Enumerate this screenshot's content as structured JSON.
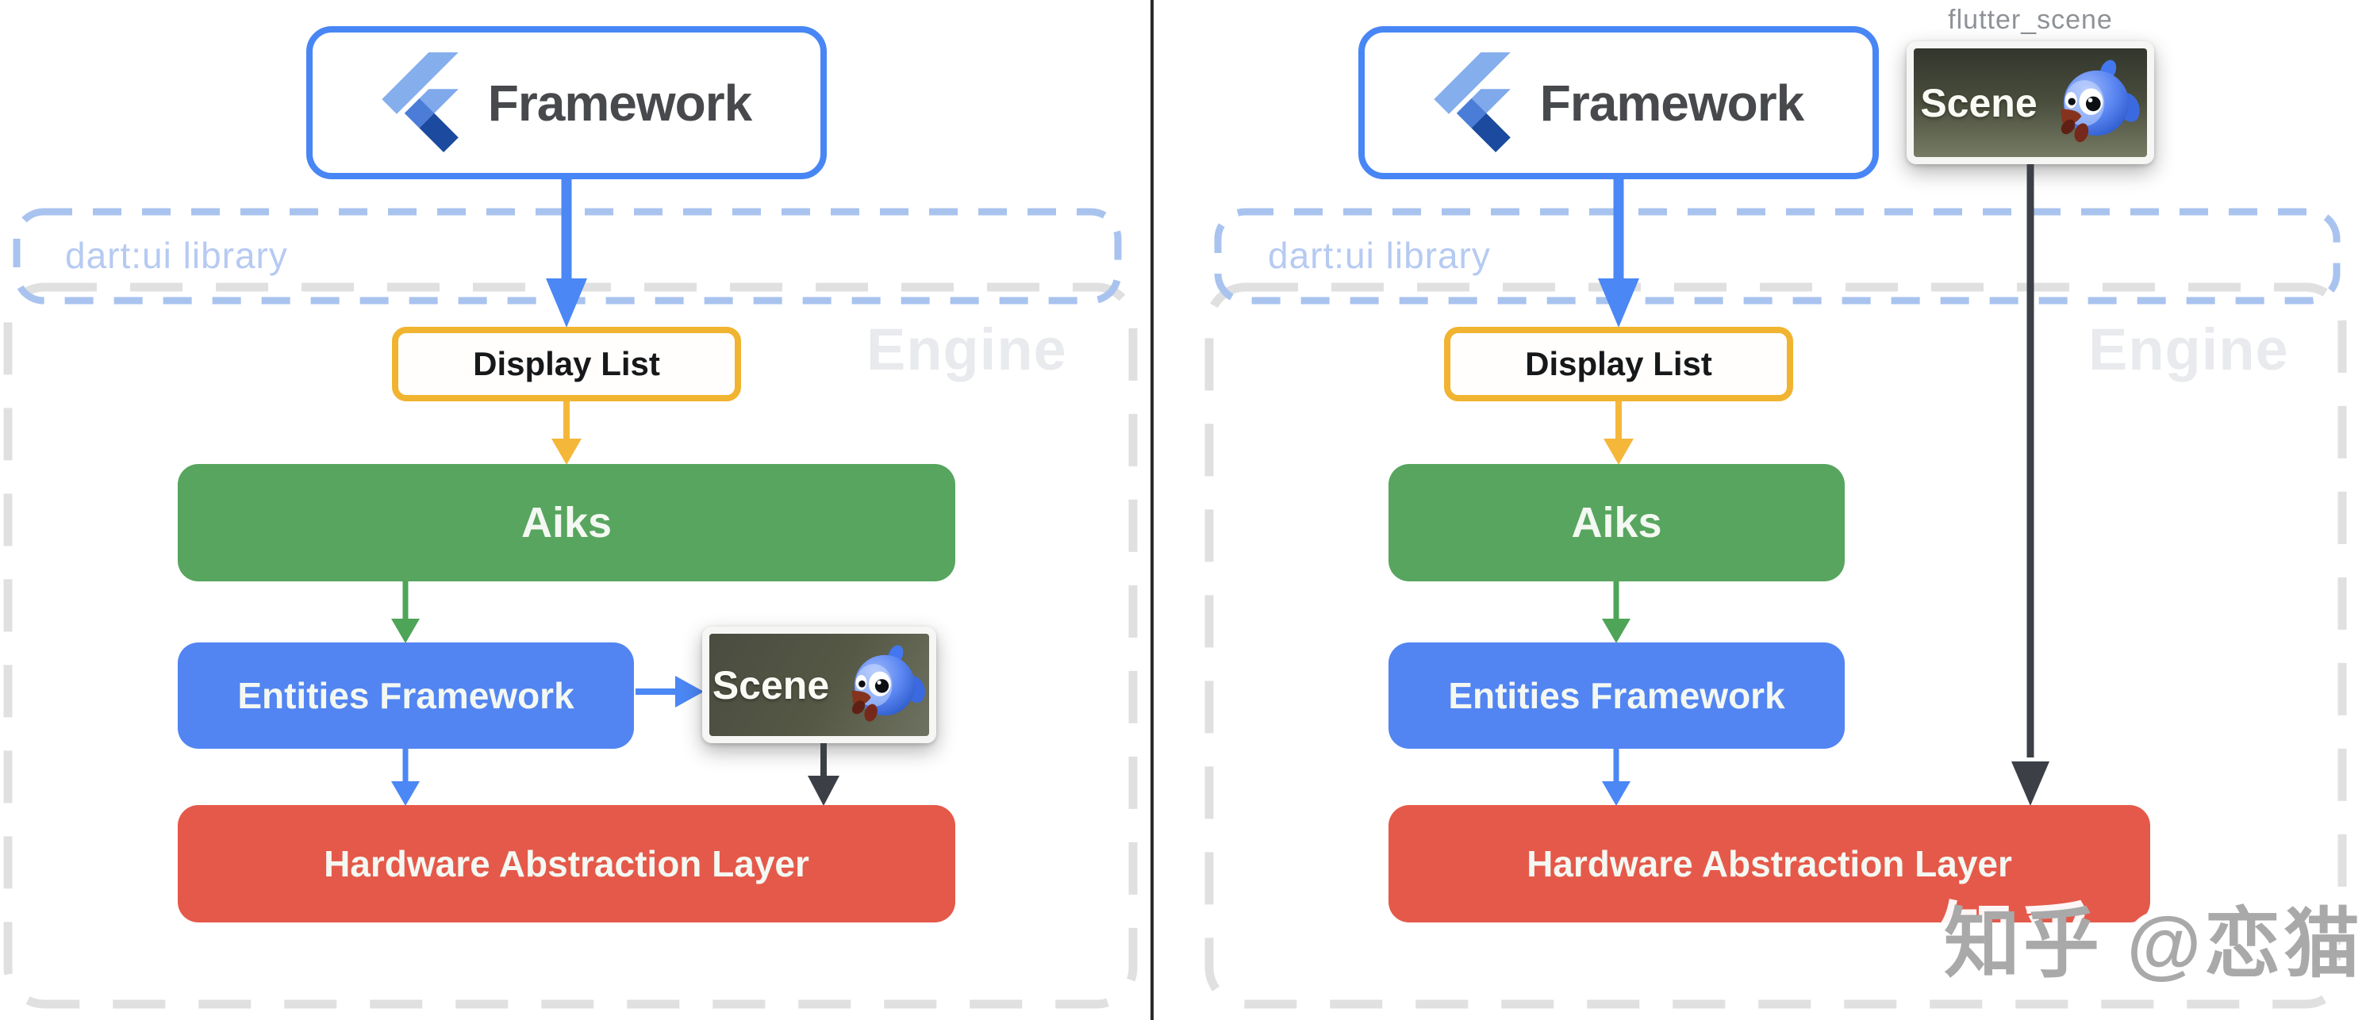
{
  "left": {
    "framework_label": "Framework",
    "dartui_label": "dart:ui library",
    "engine_label": "Engine",
    "display_list_label": "Display List",
    "aiks_label": "Aiks",
    "entities_label": "Entities Framework",
    "scene_label": "Scene",
    "hal_label": "Hardware Abstraction Layer"
  },
  "right": {
    "package_label": "flutter_scene",
    "framework_label": "Framework",
    "dartui_label": "dart:ui library",
    "engine_label": "Engine",
    "display_list_label": "Display List",
    "aiks_label": "Aiks",
    "entities_label": "Entities Framework",
    "scene_label": "Scene",
    "hal_label": "Hardware Abstraction Layer"
  },
  "watermark": {
    "text": "知乎 @恋猫"
  },
  "icons": {
    "flutter_logo": "flutter-logo",
    "fish": "fish-character-3d"
  },
  "colors": {
    "framework_border": "#4886f5",
    "display_list_border": "#f0b431",
    "aiks_green": "#57a55e",
    "entities_blue": "#5285f2",
    "hal_red": "#e5594a",
    "arrow_blue": "#4b87f5",
    "arrow_yellow": "#f5b73a",
    "arrow_green": "#4ea558",
    "arrow_dark": "#3c4046",
    "dashed_blue_border": "#a9c3ef",
    "dashed_gray_border": "#e0e0e0",
    "dartui_text": "#b6caf2",
    "engine_text": "#e8eaed",
    "divider": "#2b2b2b"
  }
}
